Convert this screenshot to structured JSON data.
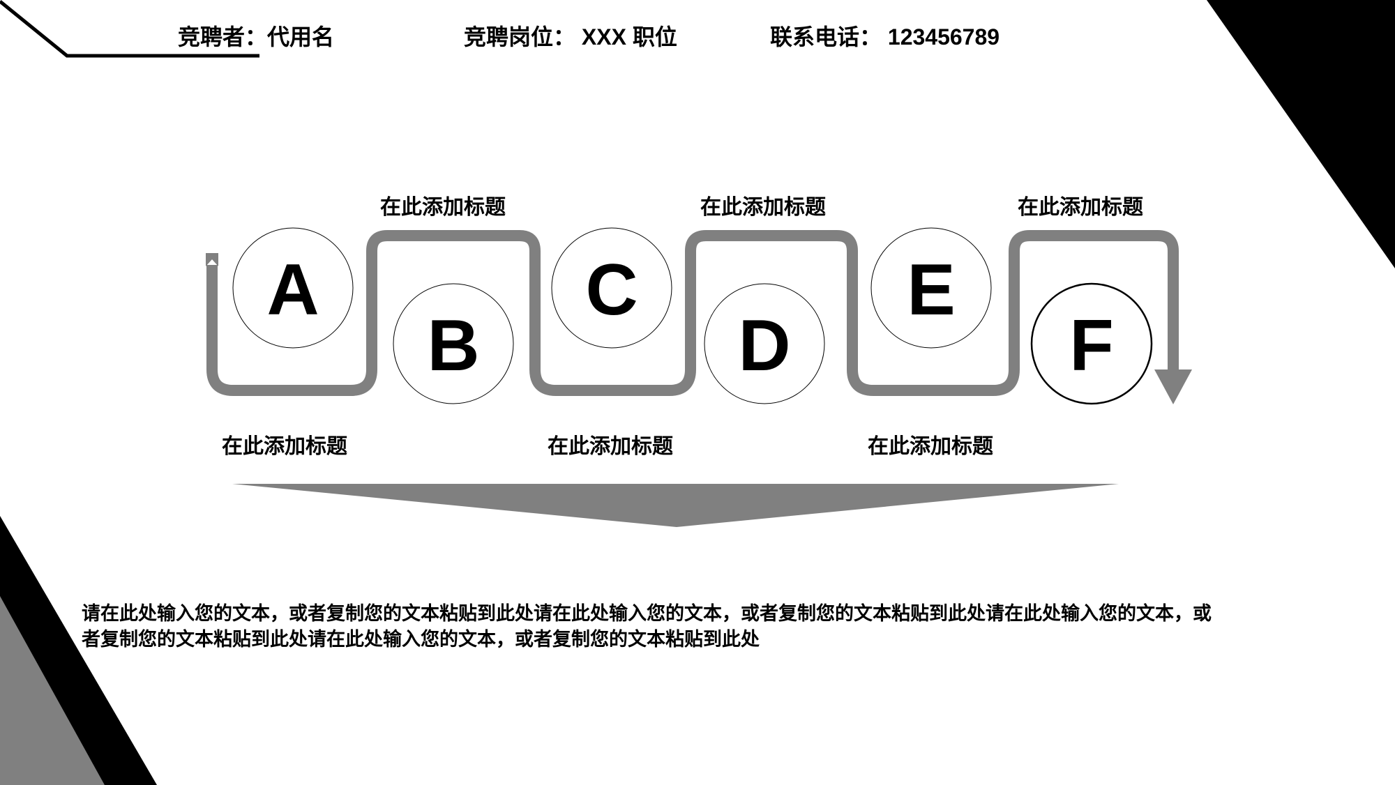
{
  "header": {
    "candidate": "竞聘者：代用名",
    "position": "竞聘岗位： XXX 职位",
    "phone": "联系电话： 123456789"
  },
  "steps": [
    {
      "letter": "A",
      "title": "在此添加标题"
    },
    {
      "letter": "B",
      "title": "在此添加标题"
    },
    {
      "letter": "C",
      "title": "在此添加标题"
    },
    {
      "letter": "D",
      "title": "在此添加标题"
    },
    {
      "letter": "E",
      "title": "在此添加标题"
    },
    {
      "letter": "F",
      "title": "在此添加标题"
    }
  ],
  "body_text": "请在此处输入您的文本，或者复制您的文本粘贴到此处请在此处输入您的文本，或者复制您的文本粘贴到此处请在此处输入您的文本，或者复制您的文本粘贴到此处请在此处输入您的文本，或者复制您的文本粘贴到此处",
  "colors": {
    "accent_gray": "#808080",
    "dark": "#000000",
    "background": "#ffffff"
  }
}
